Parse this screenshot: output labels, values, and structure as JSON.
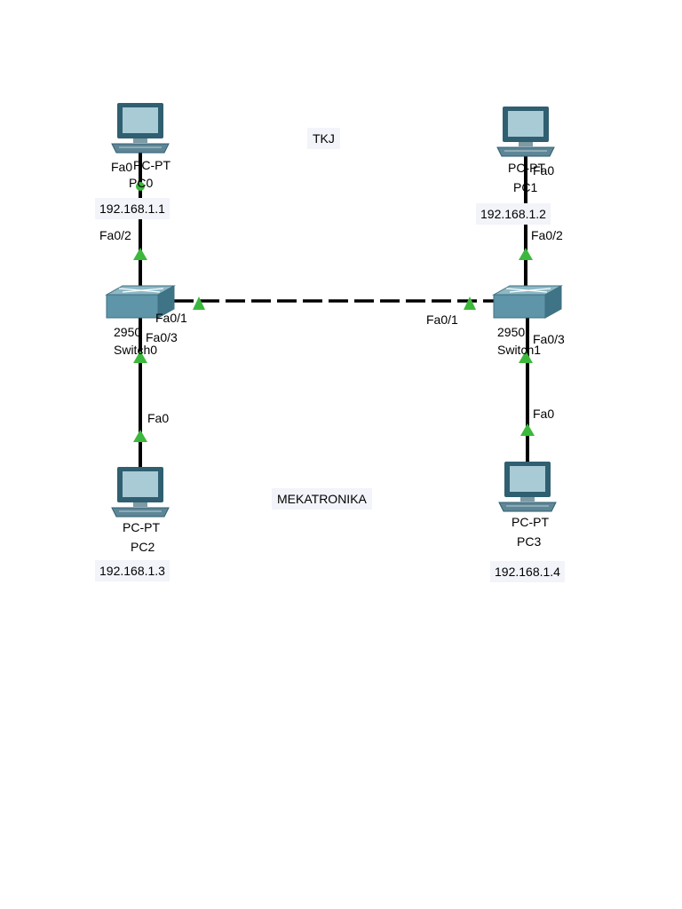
{
  "areas": {
    "top": "TKJ",
    "bottom": "MEKATRONIKA"
  },
  "pc0": {
    "model": "PC-PT",
    "name": "PC0",
    "ip": "192.168.1.1",
    "port": "Fa0"
  },
  "pc1": {
    "model": "PC-PT",
    "name": "PC1",
    "ip": "192.168.1.2",
    "port": "Fa0"
  },
  "pc2": {
    "model": "PC-PT",
    "name": "PC2",
    "ip": "192.168.1.3",
    "port": "Fa0"
  },
  "pc3": {
    "model": "PC-PT",
    "name": "PC3",
    "ip": "192.168.1.4",
    "port": "Fa0"
  },
  "sw0": {
    "model": "2950",
    "name": "Switch0",
    "uplink": "Fa0/2",
    "trunk": "Fa0/1",
    "downlink": "Fa0/3"
  },
  "sw1": {
    "model": "2950",
    "name": "Switch1",
    "uplink": "Fa0/2",
    "trunk": "Fa0/1",
    "downlink": "Fa0/3"
  },
  "colors": {
    "link": "#000000",
    "link_up": "#3cb83c",
    "device": "#6fa3b5"
  }
}
